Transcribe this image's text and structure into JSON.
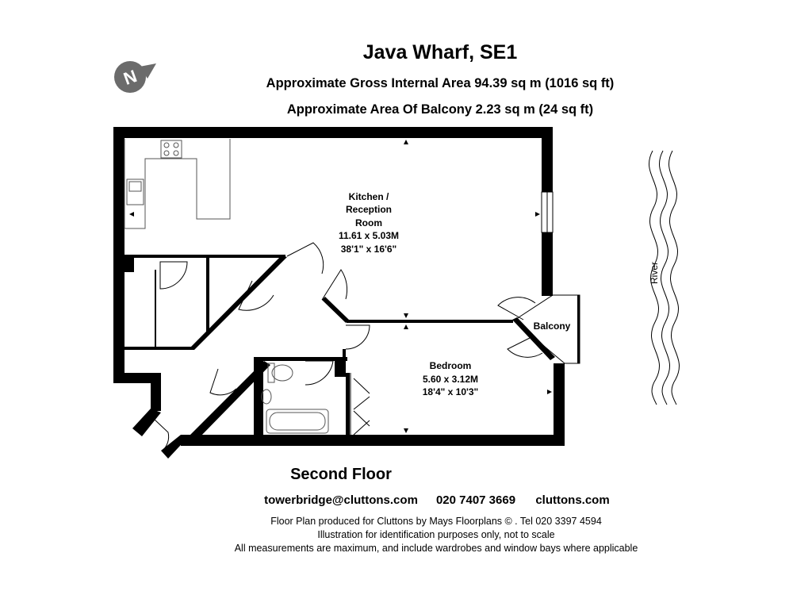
{
  "title": "Java Wharf, SE1",
  "gross_internal_area": "Approximate Gross Internal Area 94.39 sq m  (1016 sq ft)",
  "balcony_area": "Approximate Area Of Balcony  2.23 sq m  (24 sq ft)",
  "compass": {
    "letter": "N",
    "icon": "north-arrow-icon"
  },
  "rooms": {
    "kitchen": {
      "line1": "Kitchen /",
      "line2": "Reception",
      "line3": "Room",
      "metric": "11.61 x 5.03M",
      "imperial": "38'1\" x 16'6\""
    },
    "bedroom": {
      "name": "Bedroom",
      "metric": "5.60 x 3.12M",
      "imperial": "18'4\" x 10'3\""
    },
    "balcony": {
      "name": "Balcony"
    }
  },
  "river_label": "River",
  "floor_label": "Second Floor",
  "contact": {
    "email": "towerbridge@cluttons.com",
    "phone": "020 7407 3669",
    "website": "cluttons.com"
  },
  "footer": {
    "line1": "Floor Plan produced for Cluttons by Mays Floorplans  ©  . Tel 020 3397 4594",
    "line2": "Illustration for identification purposes only, not to scale",
    "line3": "All measurements are maximum, and include wardrobes and window bays where applicable"
  },
  "colors": {
    "wall": "#000000",
    "compass": "#6b6b6b",
    "fixture": "#555555"
  }
}
